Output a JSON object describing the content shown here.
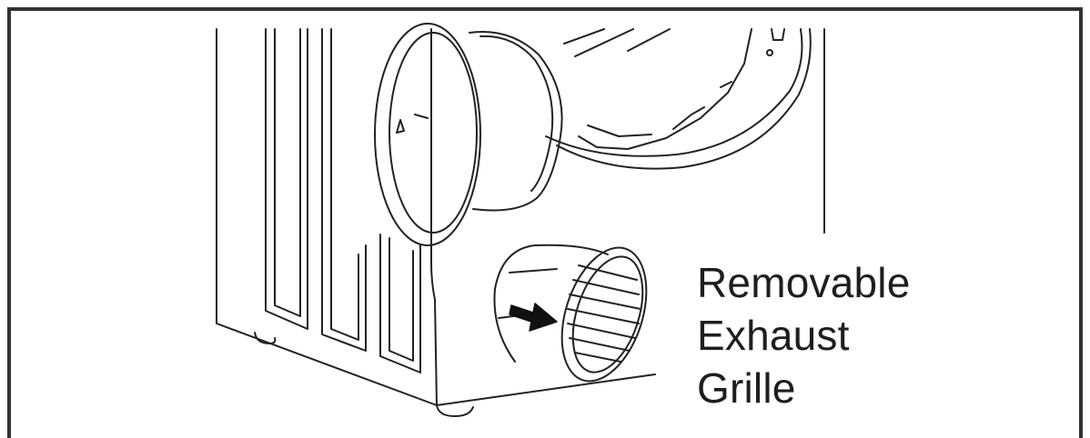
{
  "figure": {
    "callout_lines": [
      "Removable",
      "Exhaust",
      "Grille"
    ],
    "subject": "dryer-with-removable-exhaust-grille"
  },
  "colors": {
    "line": "#222222",
    "background": "#ffffff",
    "frame": "#333333"
  }
}
